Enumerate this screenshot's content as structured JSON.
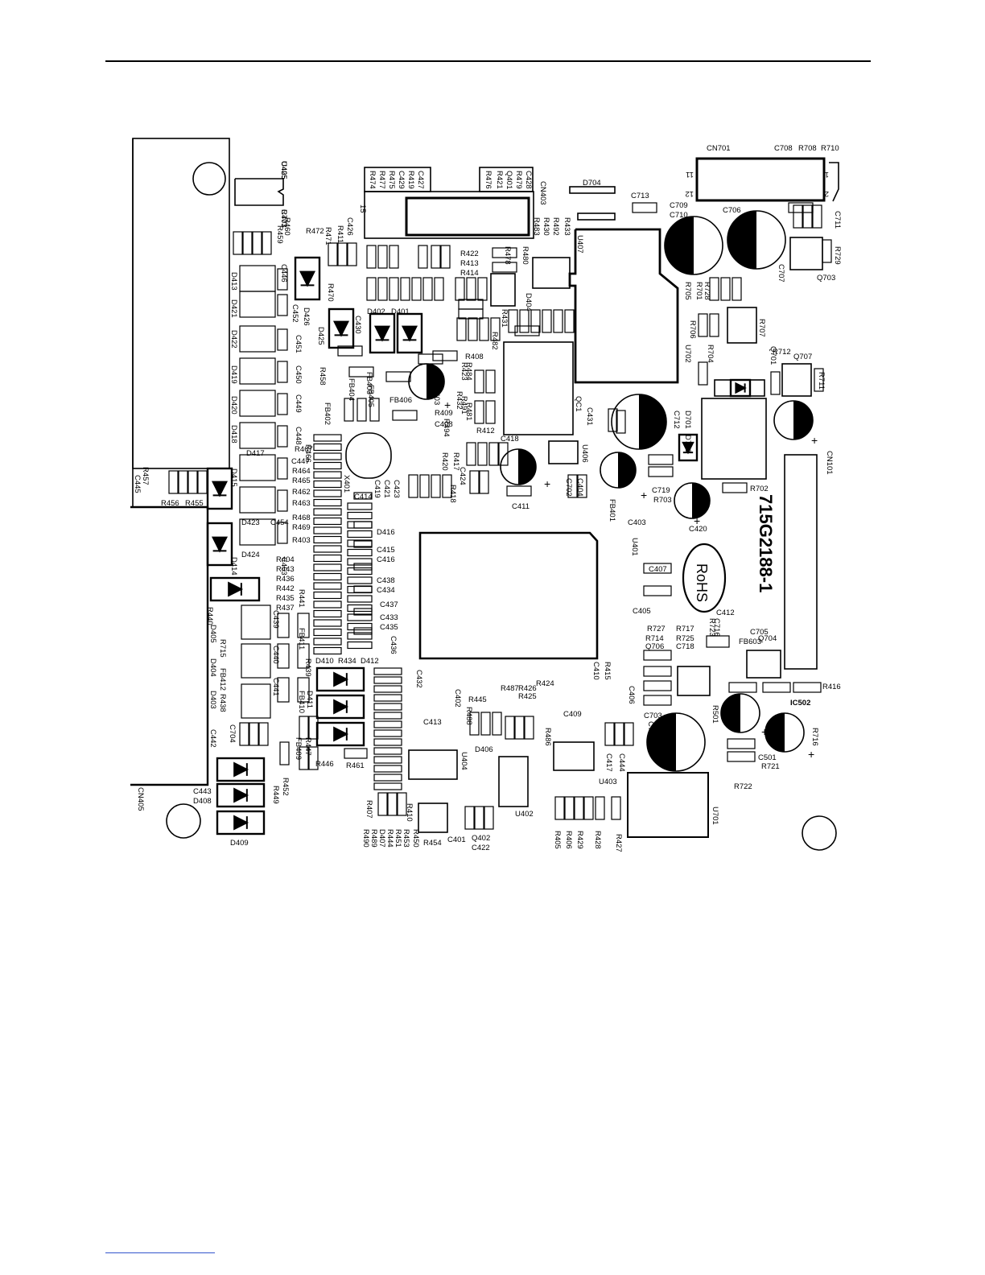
{
  "board": {
    "part_number": "715G2188-1",
    "rohs": "RoHS",
    "connectors": {
      "cn701": "CN701",
      "cn403": "CN403",
      "cn405": "CN405",
      "cn101": "CN101",
      "cn701_pins": [
        "1",
        "2",
        "11",
        "12"
      ],
      "cn403_pin": "15"
    },
    "ics": {
      "u401": "U401",
      "u407": "U407",
      "u405": "U405",
      "u402": "U402",
      "u403": "U403",
      "u404": "U404",
      "u406": "U406",
      "u701": "U701",
      "u702": "U702",
      "qc1": "QC1",
      "x401": "X401",
      "ic502": "IC502"
    },
    "labels": [
      "U405",
      "R473",
      "R460",
      "R459",
      "R472",
      "R471",
      "R411",
      "C426",
      "R470",
      "C427",
      "R419",
      "C429",
      "R475",
      "R477",
      "R474",
      "C428",
      "R479",
      "Q401",
      "R421",
      "R476",
      "D704",
      "C713",
      "R433",
      "R492",
      "R430",
      "R483",
      "C708",
      "R708",
      "R710",
      "C709",
      "C710",
      "C706",
      "C711",
      "R729",
      "Q703",
      "C707",
      "R422",
      "R413",
      "R414",
      "R480",
      "R478",
      "D413",
      "C446",
      "D421",
      "C452",
      "D426",
      "D422",
      "C451",
      "D425",
      "D419",
      "C450",
      "R458",
      "D402",
      "D401",
      "C430",
      "R408",
      "R423",
      "R484",
      "R432",
      "R491",
      "R409",
      "R494",
      "C408",
      "D404",
      "R431",
      "R482",
      "R481",
      "R728",
      "R701",
      "R705",
      "R706",
      "R707",
      "R704",
      "Q701",
      "R712",
      "Q707",
      "R711",
      "D420",
      "C449",
      "FB402",
      "FB404",
      "FB403",
      "FB405",
      "FB406",
      "Q403",
      "D418",
      "C448",
      "D417",
      "C447",
      "R467",
      "R466",
      "R464",
      "R465",
      "R462",
      "R463",
      "R468",
      "R469",
      "R403",
      "R457",
      "C445",
      "R456",
      "R455",
      "D415",
      "D423",
      "C454",
      "D424",
      "C453",
      "D414",
      "R412",
      "C418",
      "R417",
      "R420",
      "C424",
      "R418",
      "C419",
      "C421",
      "C423",
      "C414",
      "C431",
      "C712",
      "D701",
      "D702",
      "R702",
      "C719",
      "R703",
      "FB401",
      "C403",
      "C420",
      "C702",
      "C404",
      "C411",
      "R404",
      "R443",
      "R436",
      "R442",
      "R435",
      "R437",
      "R441",
      "R440",
      "D416",
      "C415",
      "C416",
      "C438",
      "C434",
      "C437",
      "C433",
      "C435",
      "C436",
      "C407",
      "C405",
      "C412",
      "R723",
      "C716",
      "C705",
      "Q704",
      "FB603",
      "R727",
      "R717",
      "R714",
      "R725",
      "Q706",
      "C718",
      "R715",
      "D405",
      "C439",
      "FB412",
      "D404",
      "C440",
      "FB411",
      "R439",
      "R438",
      "D403",
      "C441",
      "FB410",
      "D411",
      "D410",
      "R434",
      "D412",
      "C432",
      "C413",
      "C402",
      "R445",
      "R488",
      "R487",
      "R426",
      "R425",
      "R424",
      "C410",
      "R415",
      "C409",
      "C406",
      "R416",
      "R501",
      "C717",
      "C703",
      "R716",
      "C501",
      "R721",
      "R722",
      "C704",
      "C442",
      "FB409",
      "R447",
      "R446",
      "R461",
      "R452",
      "R449",
      "C443",
      "D408",
      "D409",
      "D406",
      "R486",
      "C417",
      "C444",
      "R407",
      "R410",
      "R490",
      "R489",
      "D407",
      "R444",
      "R451",
      "R453",
      "R450",
      "R454",
      "C401",
      "Q402",
      "C422",
      "R405",
      "R406",
      "R429",
      "R428",
      "R427",
      "C425",
      "C701"
    ]
  }
}
